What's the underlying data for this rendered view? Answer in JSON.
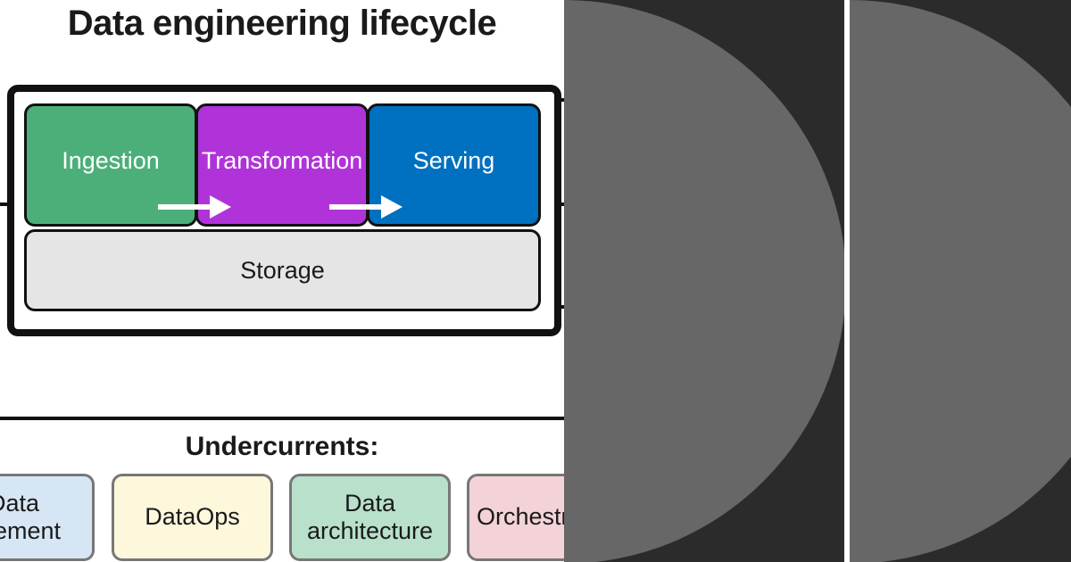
{
  "diagram": {
    "title": "Data engineering lifecycle",
    "stages": [
      {
        "label": "Ingestion",
        "color": "#4caf7a"
      },
      {
        "label": "Transformation",
        "color": "#b033d9"
      },
      {
        "label": "Serving",
        "color": "#0070c0"
      }
    ],
    "storage": {
      "label": "Storage",
      "color": "#e5e5e5"
    },
    "undercurrents_heading": "Undercurrents:",
    "undercurrents": [
      {
        "label": "Data\nagement",
        "color": "#d6e6f5"
      },
      {
        "label": "DataOps",
        "color": "#fdf7dc"
      },
      {
        "label": "Data\narchitecture",
        "color": "#b8e0cb"
      },
      {
        "label": "Orchestr",
        "color": "#f3d3d7"
      }
    ]
  },
  "decor": {
    "background_color": "#2b2b2b",
    "shape_color": "#676767",
    "shapes": [
      "half-circle",
      "half-circle"
    ]
  }
}
